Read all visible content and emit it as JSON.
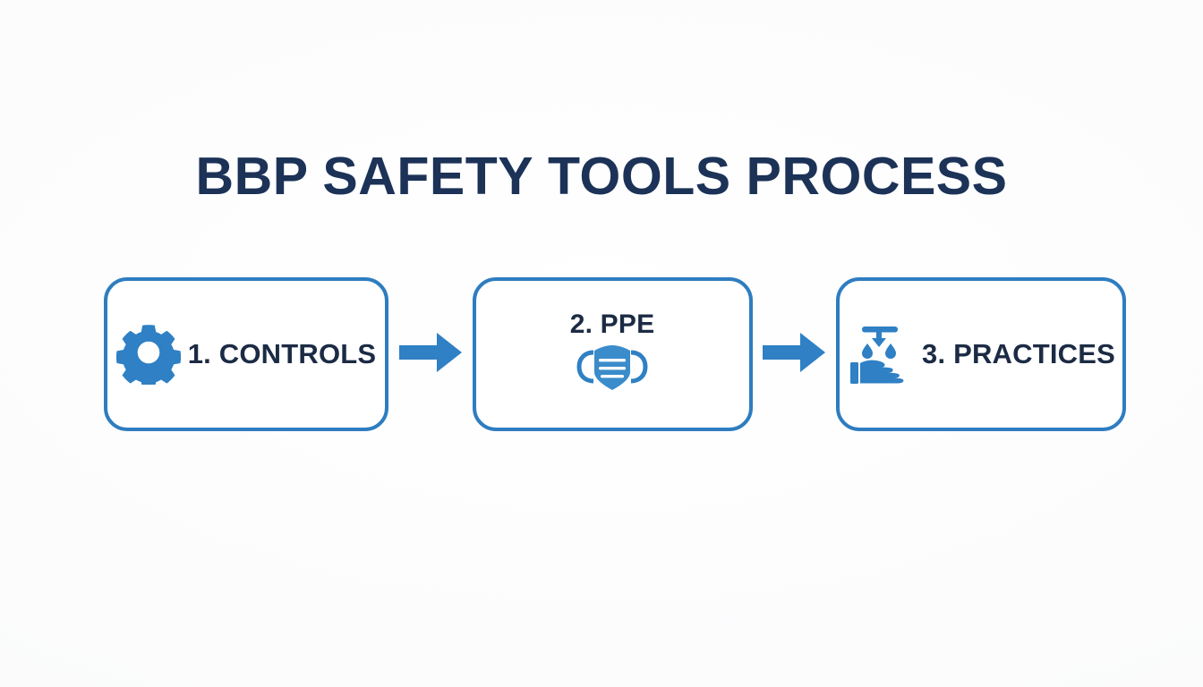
{
  "page": {
    "background_color": "#fcfcfd",
    "accent_blue": "#2e7dc0",
    "icon_blue": "#2f80c4",
    "title_color": "#1c3257",
    "label_color": "#1c2b44"
  },
  "title": {
    "text": "BBP SAFETY TOOLS PROCESS"
  },
  "flow": {
    "steps": [
      {
        "label": "1. CONTROLS",
        "icon": "gear-icon",
        "layout": "icon-left"
      },
      {
        "label": "2. PPE",
        "icon": "face-mask-icon",
        "layout": "label-above-icon"
      },
      {
        "label": "3. PRACTICES",
        "icon": "handwashing-icon",
        "layout": "icon-left"
      }
    ],
    "connectors": [
      {
        "name": "arrow-1",
        "direction": "right"
      },
      {
        "name": "arrow-2",
        "direction": "right"
      }
    ]
  }
}
